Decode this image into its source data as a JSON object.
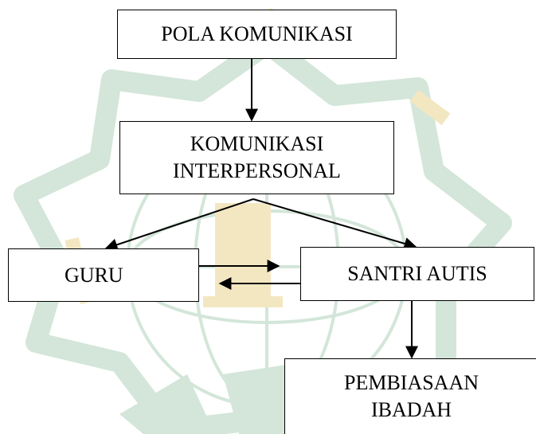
{
  "diagram": {
    "nodes": {
      "pola": {
        "lines": [
          "POLA KOMUNIKASI"
        ]
      },
      "komunikasi": {
        "lines": [
          "KOMUNIKASI",
          "INTERPERSONAL"
        ]
      },
      "guru": {
        "lines": [
          "GURU"
        ]
      },
      "santri": {
        "lines": [
          "SANTRI AUTIS"
        ]
      },
      "ibadah": {
        "lines": [
          "PEMBIASAAN",
          "IBADAH"
        ]
      }
    },
    "edges": [
      {
        "from": "pola",
        "to": "komunikasi"
      },
      {
        "from": "komunikasi",
        "to": "guru"
      },
      {
        "from": "komunikasi",
        "to": "santri"
      },
      {
        "from": "guru",
        "to": "santri"
      },
      {
        "from": "santri",
        "to": "guru"
      },
      {
        "from": "santri",
        "to": "ibadah"
      }
    ]
  },
  "colors": {
    "box_border": "#000000",
    "arrow": "#000000",
    "watermark_green": "#d3e6d9",
    "watermark_gold": "#f3e7c2"
  }
}
